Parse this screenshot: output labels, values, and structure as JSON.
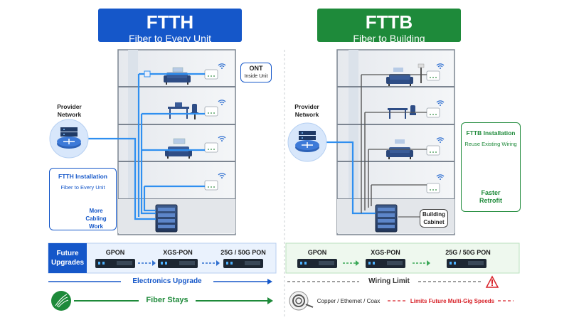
{
  "colors": {
    "ftth_accent": "#1557c9",
    "fttb_accent": "#1e8a3a",
    "fiber": "#2f8ff0",
    "copper": "#444444",
    "warning": "#d8232a"
  },
  "ftth": {
    "title": "FTTH",
    "subtitle": "Fiber to Every Unit",
    "provider": "Provider Network",
    "ont_title": "ONT",
    "ont_sub": "Inside Unit",
    "install_title": "FTTH Installation",
    "install_sub": "Fiber to Every Unit",
    "cabling": "More Cabling Work",
    "future_upgrades": "Future Upgrades",
    "devices": [
      "GPON",
      "XGS-PON",
      "25G / 50G PON"
    ],
    "electronics_upgrade": "Electronics Upgrade",
    "fiber_stays": "Fiber Stays"
  },
  "fttb": {
    "title": "FTTB",
    "subtitle": "Fiber to Building",
    "provider": "Provider Network",
    "install_title": "FTTB Installation",
    "install_sub": "Reuse Existing Wiring",
    "faster": "Faster Retrofit",
    "cabinet": "Building Cabinet",
    "devices": [
      "GPON",
      "XGS-PON",
      "25G / 50G PON"
    ],
    "wiring_limit": "Wiring Limit",
    "copper": "Copper / Ethernet / Coax",
    "limits": "Limits Future Multi-Gig Speeds"
  },
  "icons": [
    "server-icon",
    "router-icon",
    "wifi-icon",
    "sofa-icon",
    "lamp-icon",
    "desk-icon",
    "chair-icon",
    "cable-spool-icon",
    "stopwatch-icon",
    "warning-icon",
    "fiber-icon",
    "copper-cable-icon",
    "arrow-icon"
  ]
}
